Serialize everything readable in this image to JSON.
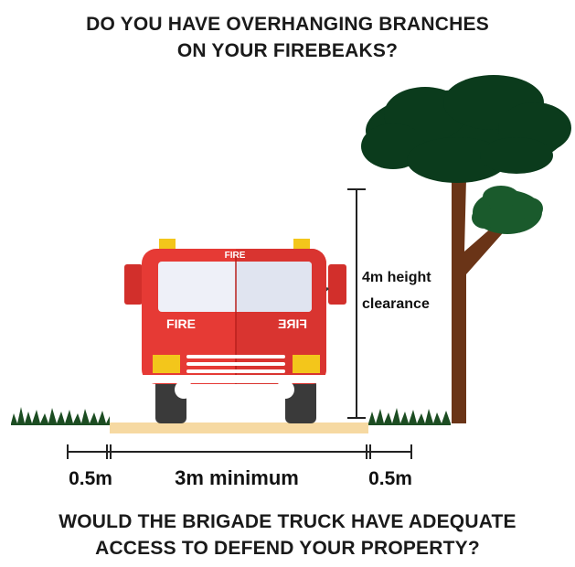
{
  "heading_top": [
    "DO YOU HAVE OVERHANGING BRANCHES",
    "ON YOUR FIREBEAKS?"
  ],
  "heading_bottom": [
    "WOULD THE BRIGADE TRUCK HAVE ADEQUATE",
    "ACCESS TO DEFEND YOUR PROPERTY?"
  ],
  "truck": {
    "roof_label": "FIRE",
    "door_left": "FIRE",
    "door_right": "FIRE"
  },
  "height_label": [
    "4m height",
    "clearance"
  ],
  "width_labels": {
    "left_margin": "0.5m",
    "center": "3m minimum",
    "right_margin": "0.5m"
  },
  "colors": {
    "truck_red": "#e63a35",
    "truck_dark_red": "#b8201d",
    "tree_green": "#0b3b1c",
    "trunk_brown": "#6a3417",
    "road": "#f6d9a2",
    "grass": "#1c4d22"
  }
}
